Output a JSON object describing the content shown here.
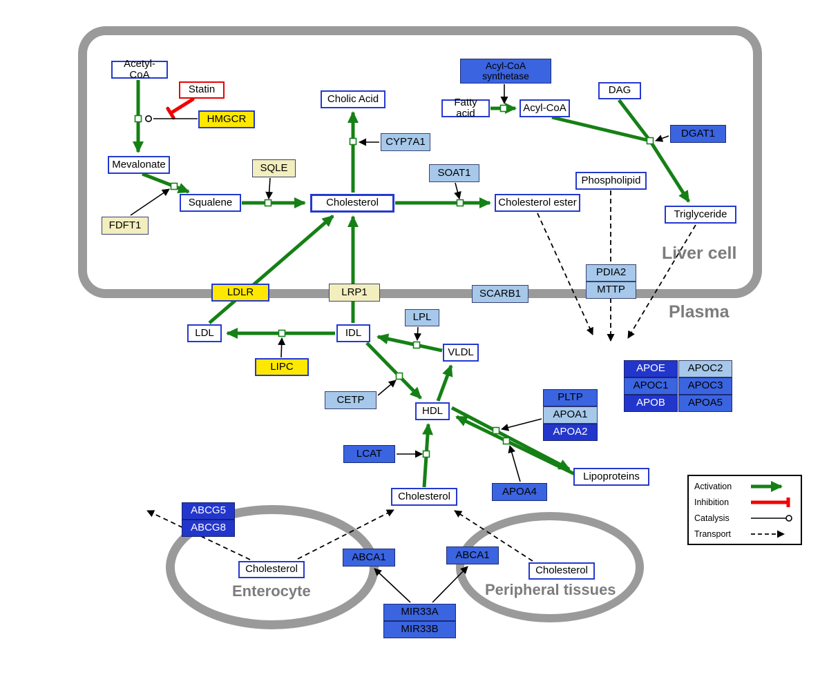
{
  "compartments": {
    "liver": "Liver cell",
    "plasma": "Plasma",
    "enterocyte": "Enterocyte",
    "peripheral": "Peripheral tissues"
  },
  "nodes": {
    "acetyl_coa": "Acetyl-CoA",
    "statin": "Statin",
    "hmgcr": "HMGCR",
    "mevalonate": "Mevalonate",
    "fdft1": "FDFT1",
    "squalene": "Squalene",
    "sqle": "SQLE",
    "cholic_acid": "Cholic Acid",
    "cyp7a1": "CYP7A1",
    "cholesterol_liver": "Cholesterol",
    "soat1": "SOAT1",
    "cholesterol_ester": "Cholesterol ester",
    "acyl_coa_synthetase": "Acyl-CoA synthetase",
    "fatty_acid": "Fatty acid",
    "acyl_coa": "Acyl-CoA",
    "dag": "DAG",
    "dgat1": "DGAT1",
    "phospholipid": "Phospholipid",
    "triglyceride": "Triglyceride",
    "ldlr": "LDLR",
    "lrp1": "LRP1",
    "scarb1": "SCARB1",
    "pdia2": "PDIA2",
    "mttp": "MTTP",
    "ldl": "LDL",
    "idl": "IDL",
    "lipc": "LIPC",
    "lpl": "LPL",
    "vldl": "VLDL",
    "cetp": "CETP",
    "hdl": "HDL",
    "pltp": "PLTP",
    "apoa1": "APOA1",
    "apoa2": "APOA2",
    "lcat": "LCAT",
    "apoa4": "APOA4",
    "lipoproteins": "Lipoproteins",
    "apoe": "APOE",
    "apoc2": "APOC2",
    "apoc1": "APOC1",
    "apoc3": "APOC3",
    "apob": "APOB",
    "apoa5": "APOA5",
    "cholesterol_plasma": "Cholesterol",
    "abcg5": "ABCG5",
    "abcg8": "ABCG8",
    "cholesterol_enterocyte": "Cholesterol",
    "abca1_left": "ABCA1",
    "abca1_right": "ABCA1",
    "cholesterol_peripheral": "Cholesterol",
    "mir33a": "MIR33A",
    "mir33b": "MIR33B"
  },
  "legend": {
    "activation": "Activation",
    "inhibition": "Inhibition",
    "catalysis": "Catalysis",
    "transport": "Transport"
  },
  "colors": {
    "activation_green": "#158015",
    "inhibition_red": "#f00000",
    "metabolite_border_blue": "#2438d0",
    "gene_yellow": "#ffe800",
    "gene_pale_yellow": "#f2eebe",
    "gene_light_blue": "#a6c8ea",
    "gene_blue": "#3b64e0",
    "gene_dark_blue": "#2336cc",
    "membrane_gray": "#9a9a9a"
  }
}
